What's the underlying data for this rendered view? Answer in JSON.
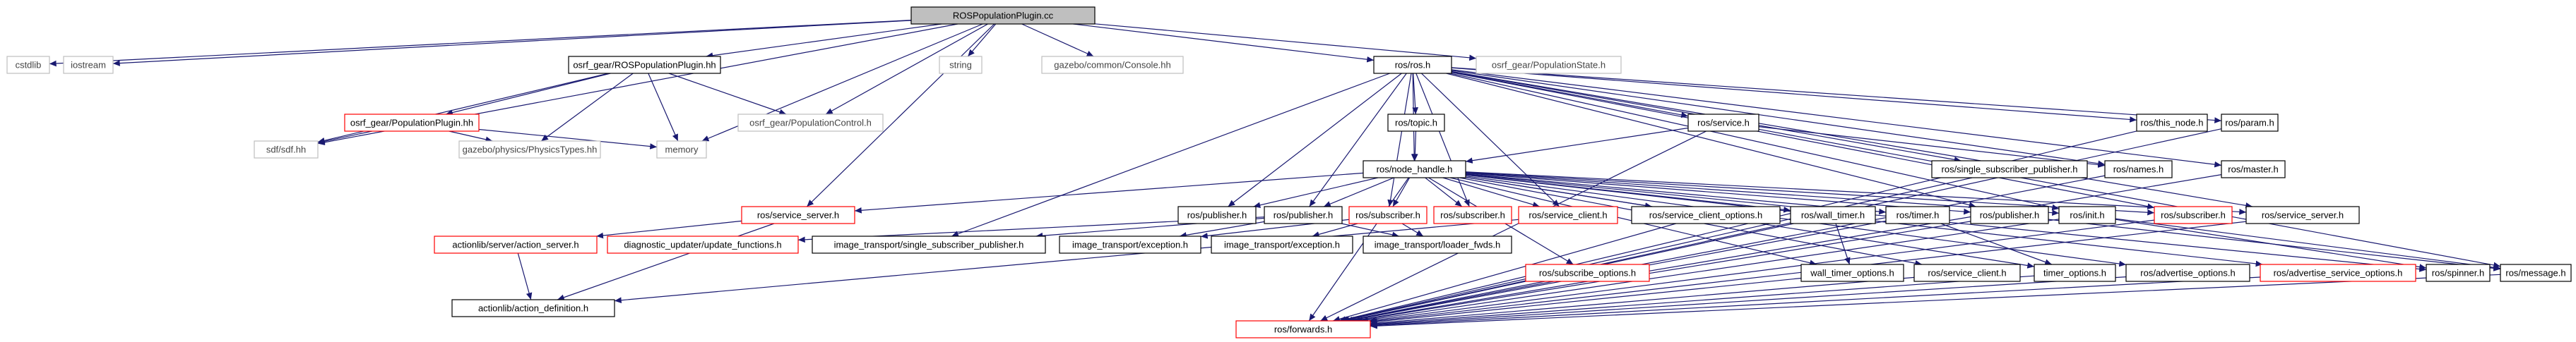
{
  "colors": {
    "edge": "#191970",
    "root_fill": "#bfbfbf",
    "node_fill": "#ffffff",
    "text_dark": "#000000",
    "text_muted": "#444444",
    "border_black": "#000000",
    "border_red": "#ff0000",
    "border_grey": "#bfbfbf"
  },
  "nodes": [
    {
      "id": "root",
      "label": "ROSPopulationPlugin.cc",
      "style": "root"
    },
    {
      "id": "cstdlib",
      "label": "cstdlib",
      "style": "grey"
    },
    {
      "id": "iostream",
      "label": "iostream",
      "style": "grey"
    },
    {
      "id": "rospp_hh",
      "label": "osrf_gear/ROSPopulationPlugin.hh",
      "style": "black"
    },
    {
      "id": "string",
      "label": "string",
      "style": "grey"
    },
    {
      "id": "console",
      "label": "gazebo/common/Console.hh",
      "style": "grey"
    },
    {
      "id": "rosh",
      "label": "ros/ros.h",
      "style": "black"
    },
    {
      "id": "popstate",
      "label": "osrf_gear/PopulationState.h",
      "style": "grey"
    },
    {
      "id": "poppl",
      "label": "osrf_gear/PopulationPlugin.hh",
      "style": "red"
    },
    {
      "id": "popcontrol",
      "label": "osrf_gear/PopulationControl.h",
      "style": "grey"
    },
    {
      "id": "sdf",
      "label": "sdf/sdf.hh",
      "style": "grey"
    },
    {
      "id": "physics",
      "label": "gazebo/physics/PhysicsTypes.hh",
      "style": "grey"
    },
    {
      "id": "memory",
      "label": "memory",
      "style": "grey"
    },
    {
      "id": "topic",
      "label": "ros/topic.h",
      "style": "black"
    },
    {
      "id": "service",
      "label": "ros/service.h",
      "style": "black"
    },
    {
      "id": "thisnode",
      "label": "ros/this_node.h",
      "style": "black"
    },
    {
      "id": "param",
      "label": "ros/param.h",
      "style": "black"
    },
    {
      "id": "nodehandle",
      "label": "ros/node_handle.h",
      "style": "black"
    },
    {
      "id": "singlesub",
      "label": "ros/single_subscriber_publisher.h",
      "style": "black"
    },
    {
      "id": "names",
      "label": "ros/names.h",
      "style": "black"
    },
    {
      "id": "master",
      "label": "ros/master.h",
      "style": "black"
    },
    {
      "id": "srvserver1",
      "label": "ros/service_server.h",
      "style": "red"
    },
    {
      "id": "publisher1",
      "label": "ros/publisher.h",
      "style": "black"
    },
    {
      "id": "publisher2",
      "label": "ros/publisher.h",
      "style": "black"
    },
    {
      "id": "subscriber1",
      "label": "ros/subscriber.h",
      "style": "red"
    },
    {
      "id": "subscriber2",
      "label": "ros/subscriber.h",
      "style": "red"
    },
    {
      "id": "srvclient1",
      "label": "ros/service_client.h",
      "style": "red"
    },
    {
      "id": "srvclientopt",
      "label": "ros/service_client_options.h",
      "style": "black"
    },
    {
      "id": "walltimer",
      "label": "ros/wall_timer.h",
      "style": "black"
    },
    {
      "id": "timer",
      "label": "ros/timer.h",
      "style": "black"
    },
    {
      "id": "publisher3",
      "label": "ros/publisher.h",
      "style": "black"
    },
    {
      "id": "init",
      "label": "ros/init.h",
      "style": "black"
    },
    {
      "id": "subscriber3",
      "label": "ros/subscriber.h",
      "style": "red"
    },
    {
      "id": "srvserver2",
      "label": "ros/service_server.h",
      "style": "black"
    },
    {
      "id": "actionserver",
      "label": "actionlib/server/action_server.h",
      "style": "red"
    },
    {
      "id": "diag",
      "label": "diagnostic_updater/update_functions.h",
      "style": "red"
    },
    {
      "id": "imgsinglesub",
      "label": "image_transport/single_subscriber_publisher.h",
      "style": "black"
    },
    {
      "id": "imgexc1",
      "label": "image_transport/exception.h",
      "style": "black"
    },
    {
      "id": "imgexc2",
      "label": "image_transport/exception.h",
      "style": "black"
    },
    {
      "id": "imgloader",
      "label": "image_transport/loader_fwds.h",
      "style": "black"
    },
    {
      "id": "subopts",
      "label": "ros/subscribe_options.h",
      "style": "red"
    },
    {
      "id": "walltimeropt",
      "label": "wall_timer_options.h",
      "style": "black"
    },
    {
      "id": "srvclient2",
      "label": "ros/service_client.h",
      "style": "black"
    },
    {
      "id": "timeropt",
      "label": "timer_options.h",
      "style": "black"
    },
    {
      "id": "advopt",
      "label": "ros/advertise_options.h",
      "style": "black"
    },
    {
      "id": "advsrvopt",
      "label": "ros/advertise_service_options.h",
      "style": "red"
    },
    {
      "id": "spinner",
      "label": "ros/spinner.h",
      "style": "black"
    },
    {
      "id": "message",
      "label": "ros/message.h",
      "style": "black"
    },
    {
      "id": "actiondef",
      "label": "actionlib/action_definition.h",
      "style": "black"
    },
    {
      "id": "forwards",
      "label": "ros/forwards.h",
      "style": "red"
    }
  ],
  "edges": [
    [
      "root",
      "cstdlib"
    ],
    [
      "root",
      "iostream"
    ],
    [
      "root",
      "rospp_hh"
    ],
    [
      "root",
      "string"
    ],
    [
      "root",
      "console"
    ],
    [
      "root",
      "rosh"
    ],
    [
      "root",
      "popstate"
    ],
    [
      "root",
      "popcontrol"
    ],
    [
      "root",
      "sdf"
    ],
    [
      "root",
      "memory"
    ],
    [
      "root",
      "srvserver1"
    ],
    [
      "rospp_hh",
      "poppl"
    ],
    [
      "rospp_hh",
      "popcontrol"
    ],
    [
      "rospp_hh",
      "sdf"
    ],
    [
      "rospp_hh",
      "physics"
    ],
    [
      "rospp_hh",
      "memory"
    ],
    [
      "poppl",
      "sdf"
    ],
    [
      "poppl",
      "physics"
    ],
    [
      "poppl",
      "memory"
    ],
    [
      "rosh",
      "topic"
    ],
    [
      "rosh",
      "service"
    ],
    [
      "rosh",
      "thisnode"
    ],
    [
      "rosh",
      "param"
    ],
    [
      "rosh",
      "nodehandle"
    ],
    [
      "rosh",
      "singlesub"
    ],
    [
      "rosh",
      "names"
    ],
    [
      "rosh",
      "master"
    ],
    [
      "rosh",
      "publisher1"
    ],
    [
      "rosh",
      "publisher2"
    ],
    [
      "rosh",
      "subscriber1"
    ],
    [
      "rosh",
      "subscriber2"
    ],
    [
      "rosh",
      "publisher3"
    ],
    [
      "rosh",
      "init"
    ],
    [
      "rosh",
      "subscriber3"
    ],
    [
      "rosh",
      "srvserver2"
    ],
    [
      "rosh",
      "imgsinglesub"
    ],
    [
      "rosh",
      "srvclient1"
    ],
    [
      "topic",
      "nodehandle"
    ],
    [
      "service",
      "nodehandle"
    ],
    [
      "service",
      "names"
    ],
    [
      "service",
      "message"
    ],
    [
      "service",
      "forwards"
    ],
    [
      "nodehandle",
      "srvserver1"
    ],
    [
      "nodehandle",
      "publisher1"
    ],
    [
      "nodehandle",
      "publisher2"
    ],
    [
      "nodehandle",
      "subscriber1"
    ],
    [
      "nodehandle",
      "subscriber2"
    ],
    [
      "nodehandle",
      "srvclient1"
    ],
    [
      "nodehandle",
      "srvclientopt"
    ],
    [
      "nodehandle",
      "walltimer"
    ],
    [
      "nodehandle",
      "timer"
    ],
    [
      "nodehandle",
      "publisher3"
    ],
    [
      "nodehandle",
      "init"
    ],
    [
      "nodehandle",
      "subscriber3"
    ],
    [
      "nodehandle",
      "srvserver2"
    ],
    [
      "nodehandle",
      "subopts"
    ],
    [
      "nodehandle",
      "walltimeropt"
    ],
    [
      "nodehandle",
      "srvclient2"
    ],
    [
      "nodehandle",
      "timeropt"
    ],
    [
      "nodehandle",
      "advopt"
    ],
    [
      "nodehandle",
      "advsrvopt"
    ],
    [
      "nodehandle",
      "spinner"
    ],
    [
      "nodehandle",
      "forwards"
    ],
    [
      "srvserver1",
      "actionserver"
    ],
    [
      "srvserver1",
      "actiondef"
    ],
    [
      "actionserver",
      "actiondef"
    ],
    [
      "publisher2",
      "imgsinglesub"
    ],
    [
      "publisher2",
      "imgexc1"
    ],
    [
      "publisher2",
      "imgloader"
    ],
    [
      "publisher2",
      "diag"
    ],
    [
      "subscriber1",
      "imgexc1"
    ],
    [
      "subscriber1",
      "imgexc2"
    ],
    [
      "subscriber1",
      "imgloader"
    ],
    [
      "srvclient1",
      "actiondef"
    ],
    [
      "srvclientopt",
      "forwards"
    ],
    [
      "walltimer",
      "walltimeropt"
    ],
    [
      "walltimer",
      "forwards"
    ],
    [
      "timer",
      "timeropt"
    ],
    [
      "timer",
      "forwards"
    ],
    [
      "publisher3",
      "message"
    ],
    [
      "publisher3",
      "forwards"
    ],
    [
      "init",
      "spinner"
    ],
    [
      "init",
      "message"
    ],
    [
      "init",
      "forwards"
    ],
    [
      "subscriber3",
      "forwards"
    ],
    [
      "srvserver2",
      "forwards"
    ],
    [
      "singlesub",
      "forwards"
    ],
    [
      "names",
      "forwards"
    ],
    [
      "master",
      "forwards"
    ],
    [
      "thisnode",
      "forwards"
    ],
    [
      "param",
      "forwards"
    ],
    [
      "subopts",
      "forwards"
    ],
    [
      "walltimeropt",
      "forwards"
    ],
    [
      "srvclient2",
      "forwards"
    ],
    [
      "timeropt",
      "forwards"
    ],
    [
      "advopt",
      "forwards"
    ],
    [
      "advsrvopt",
      "forwards"
    ],
    [
      "message",
      "forwards"
    ]
  ]
}
